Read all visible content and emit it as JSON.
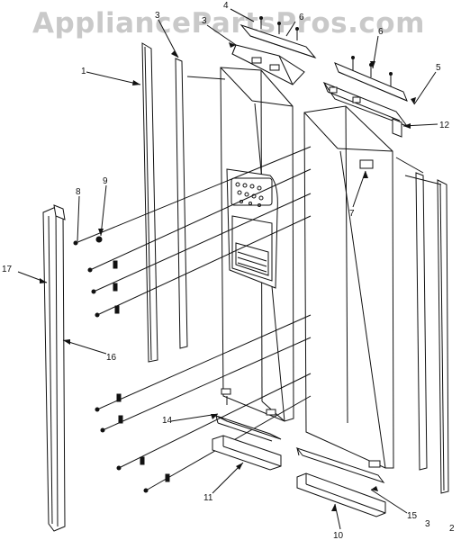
{
  "watermark": "AppliancePartsPros.com",
  "callouts": [
    "1",
    "2",
    "3",
    "3",
    "3",
    "4",
    "5",
    "6",
    "6",
    "7",
    "8",
    "9",
    "10",
    "11",
    "12",
    "14",
    "15",
    "16",
    "17"
  ],
  "colors": {
    "line": "#111111",
    "watermark": "#c9c9c9",
    "background": "#ffffff"
  }
}
